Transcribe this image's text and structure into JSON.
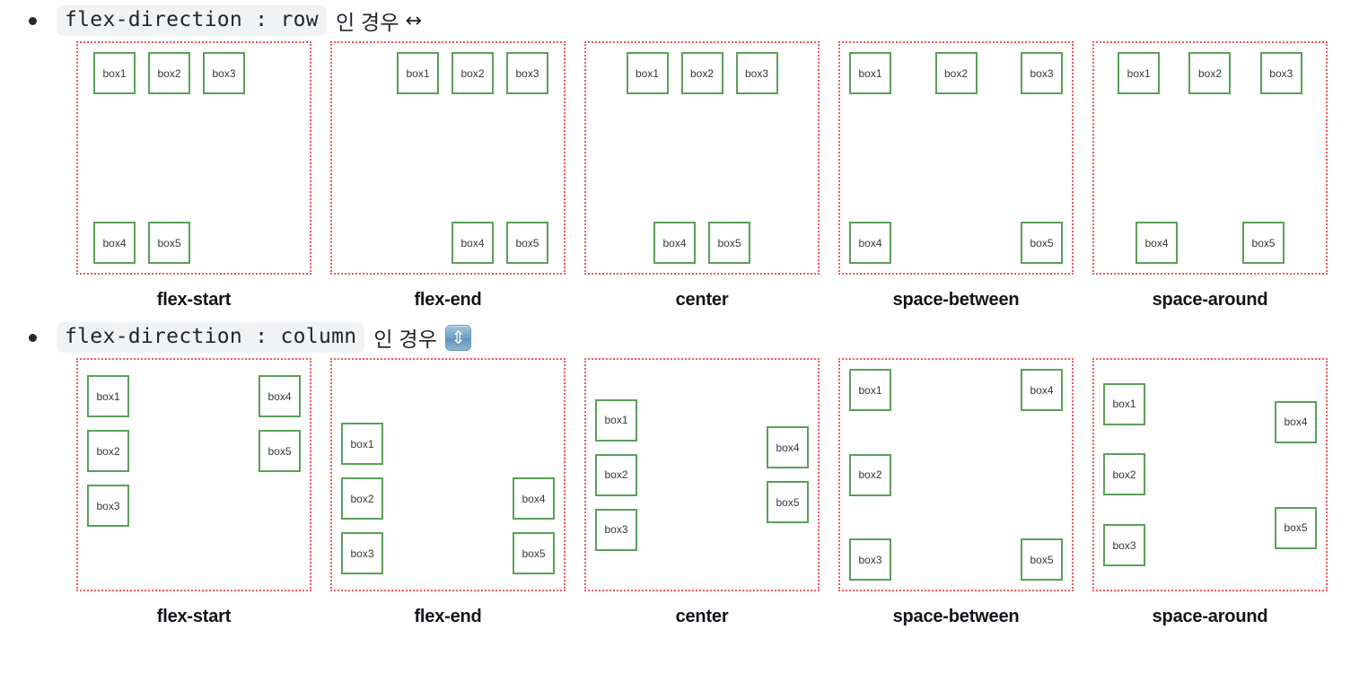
{
  "sections": [
    {
      "id": "row-section",
      "heading": {
        "code": "flex-direction : row",
        "suffix": "인 경우",
        "icon": "left-right-arrow",
        "glyph": "↔"
      },
      "direction": "row",
      "panels": [
        {
          "justify": "flex-start",
          "caption": "flex-start",
          "lines": [
            [
              "box1",
              "box2",
              "box3"
            ],
            [
              "box4",
              "box5"
            ]
          ]
        },
        {
          "justify": "flex-end",
          "caption": "flex-end",
          "lines": [
            [
              "box1",
              "box2",
              "box3"
            ],
            [
              "box4",
              "box5"
            ]
          ]
        },
        {
          "justify": "center",
          "caption": "center",
          "lines": [
            [
              "box1",
              "box2",
              "box3"
            ],
            [
              "box4",
              "box5"
            ]
          ]
        },
        {
          "justify": "space-between",
          "caption": "space-between",
          "lines": [
            [
              "box1",
              "box2",
              "box3"
            ],
            [
              "box4",
              "box5"
            ]
          ]
        },
        {
          "justify": "space-around",
          "caption": "space-around",
          "lines": [
            [
              "box1",
              "box2",
              "box3"
            ],
            [
              "box4",
              "box5"
            ]
          ]
        }
      ]
    },
    {
      "id": "column-section",
      "heading": {
        "code": "flex-direction : column",
        "suffix": "인 경우",
        "icon": "up-down-arrow-emoji",
        "glyph": "⇕"
      },
      "direction": "column",
      "panels": [
        {
          "justify": "flex-start",
          "caption": "flex-start",
          "lines": [
            [
              "box1",
              "box2",
              "box3"
            ],
            [
              "box4",
              "box5"
            ]
          ]
        },
        {
          "justify": "flex-end",
          "caption": "flex-end",
          "lines": [
            [
              "box1",
              "box2",
              "box3"
            ],
            [
              "box4",
              "box5"
            ]
          ]
        },
        {
          "justify": "center",
          "caption": "center",
          "lines": [
            [
              "box1",
              "box2",
              "box3"
            ],
            [
              "box4",
              "box5"
            ]
          ]
        },
        {
          "justify": "space-between",
          "caption": "space-between",
          "lines": [
            [
              "box1",
              "box2",
              "box3"
            ],
            [
              "box4",
              "box5"
            ]
          ]
        },
        {
          "justify": "space-around",
          "caption": "space-around",
          "lines": [
            [
              "box1",
              "box2",
              "box3"
            ],
            [
              "box4",
              "box5"
            ]
          ]
        }
      ]
    }
  ],
  "colors": {
    "panel_border": "#f05a5a",
    "box_border": "#5aa05a",
    "code_background": "#f1f2f4",
    "text": "#1f2328"
  }
}
